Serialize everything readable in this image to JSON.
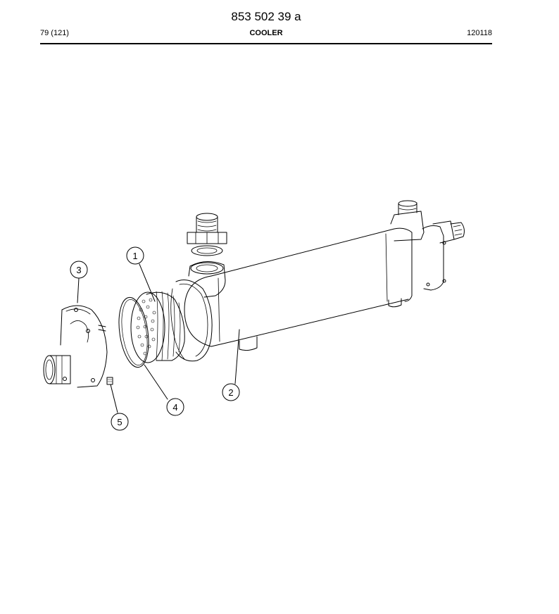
{
  "header": {
    "document_number": "853 502 39 a",
    "page": "79 (121)",
    "title": "COOLER",
    "code": "120118"
  },
  "callouts": [
    "1",
    "2",
    "3",
    "4",
    "5"
  ]
}
